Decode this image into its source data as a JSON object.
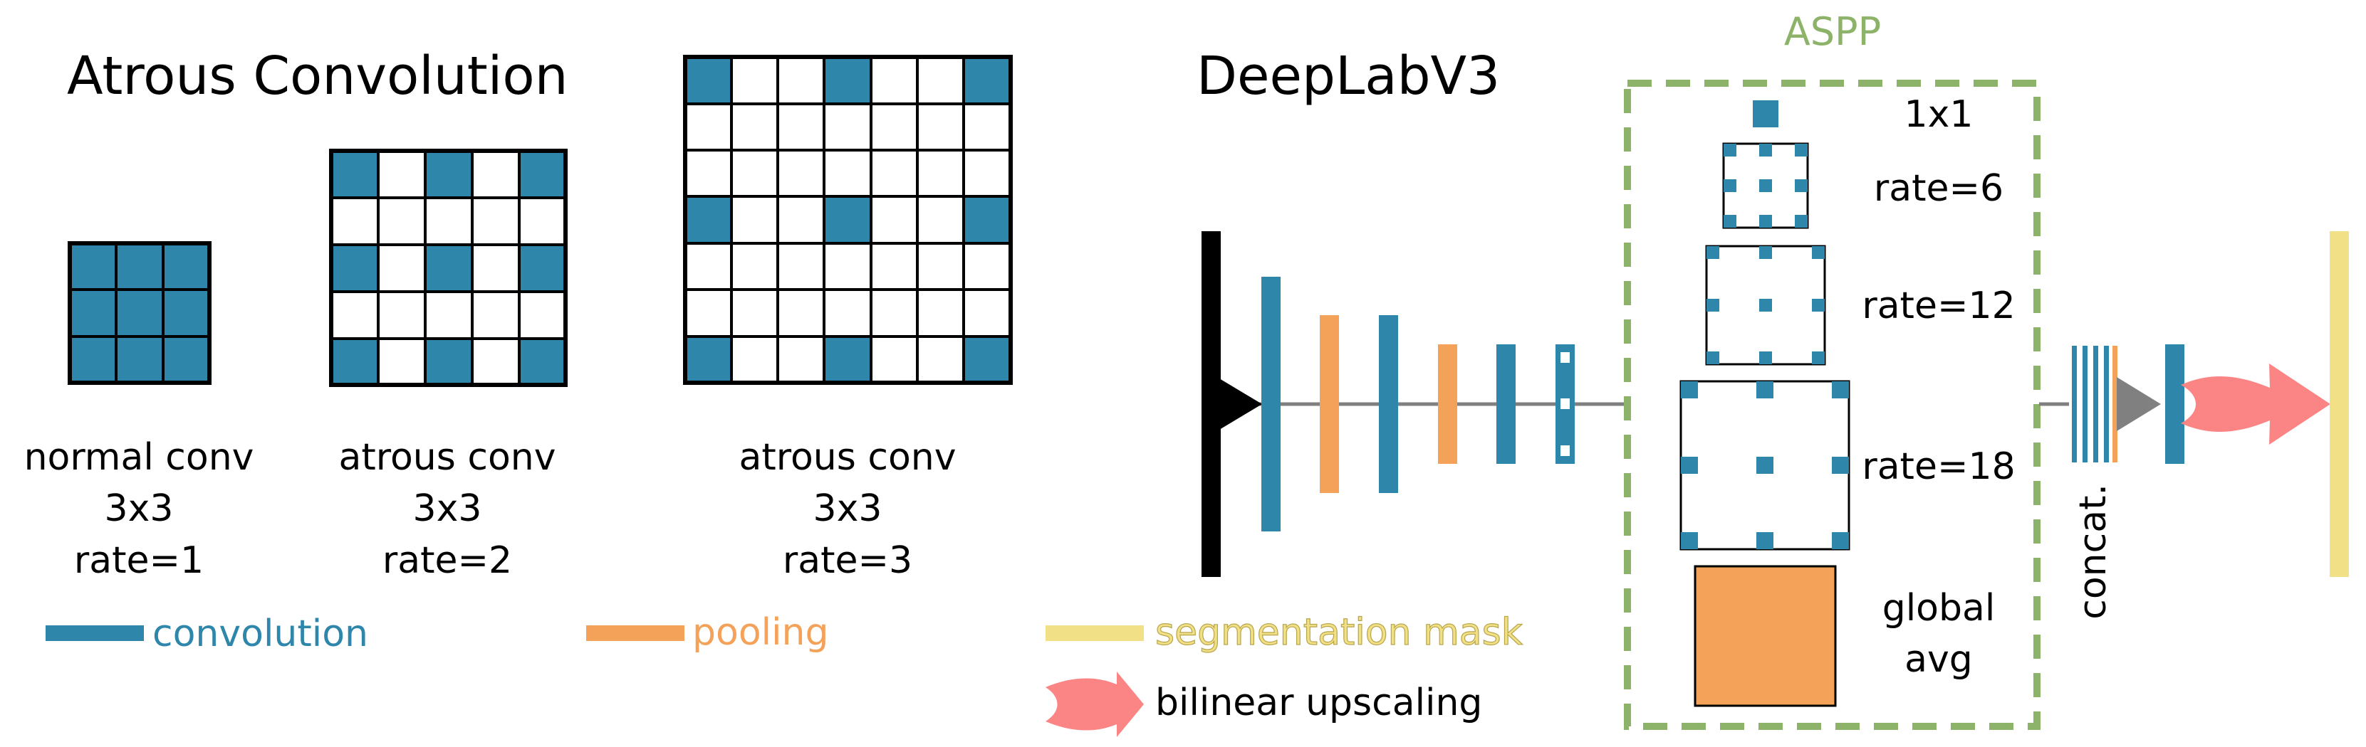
{
  "colors": {
    "convolution": "#2e86ab",
    "pooling": "#f4a259",
    "mask": "#f2e087",
    "upscaling": "#fb8585",
    "aspp_border": "#8cb369",
    "concat_arrow": "#808080",
    "line": "#808080"
  },
  "left": {
    "title": "Atrous Convolution",
    "grids": [
      {
        "size": 3,
        "rate": 1,
        "caption": [
          "normal conv",
          "3x3",
          "rate=1"
        ]
      },
      {
        "size": 5,
        "rate": 2,
        "caption": [
          "atrous conv",
          "3x3",
          "rate=2"
        ]
      },
      {
        "size": 7,
        "rate": 3,
        "caption": [
          "atrous conv",
          "3x3",
          "rate=3"
        ]
      }
    ]
  },
  "right": {
    "title": "DeepLabV3",
    "aspp": {
      "title": "ASPP",
      "branches": [
        "1x1",
        "rate=6",
        "rate=12",
        "rate=18"
      ],
      "global_label": [
        "global",
        "avg"
      ]
    },
    "concat_label": "concat."
  },
  "legend": {
    "convolution": "convolution",
    "pooling": "pooling",
    "mask": "segmentation mask",
    "upscaling": "bilinear upscaling"
  }
}
